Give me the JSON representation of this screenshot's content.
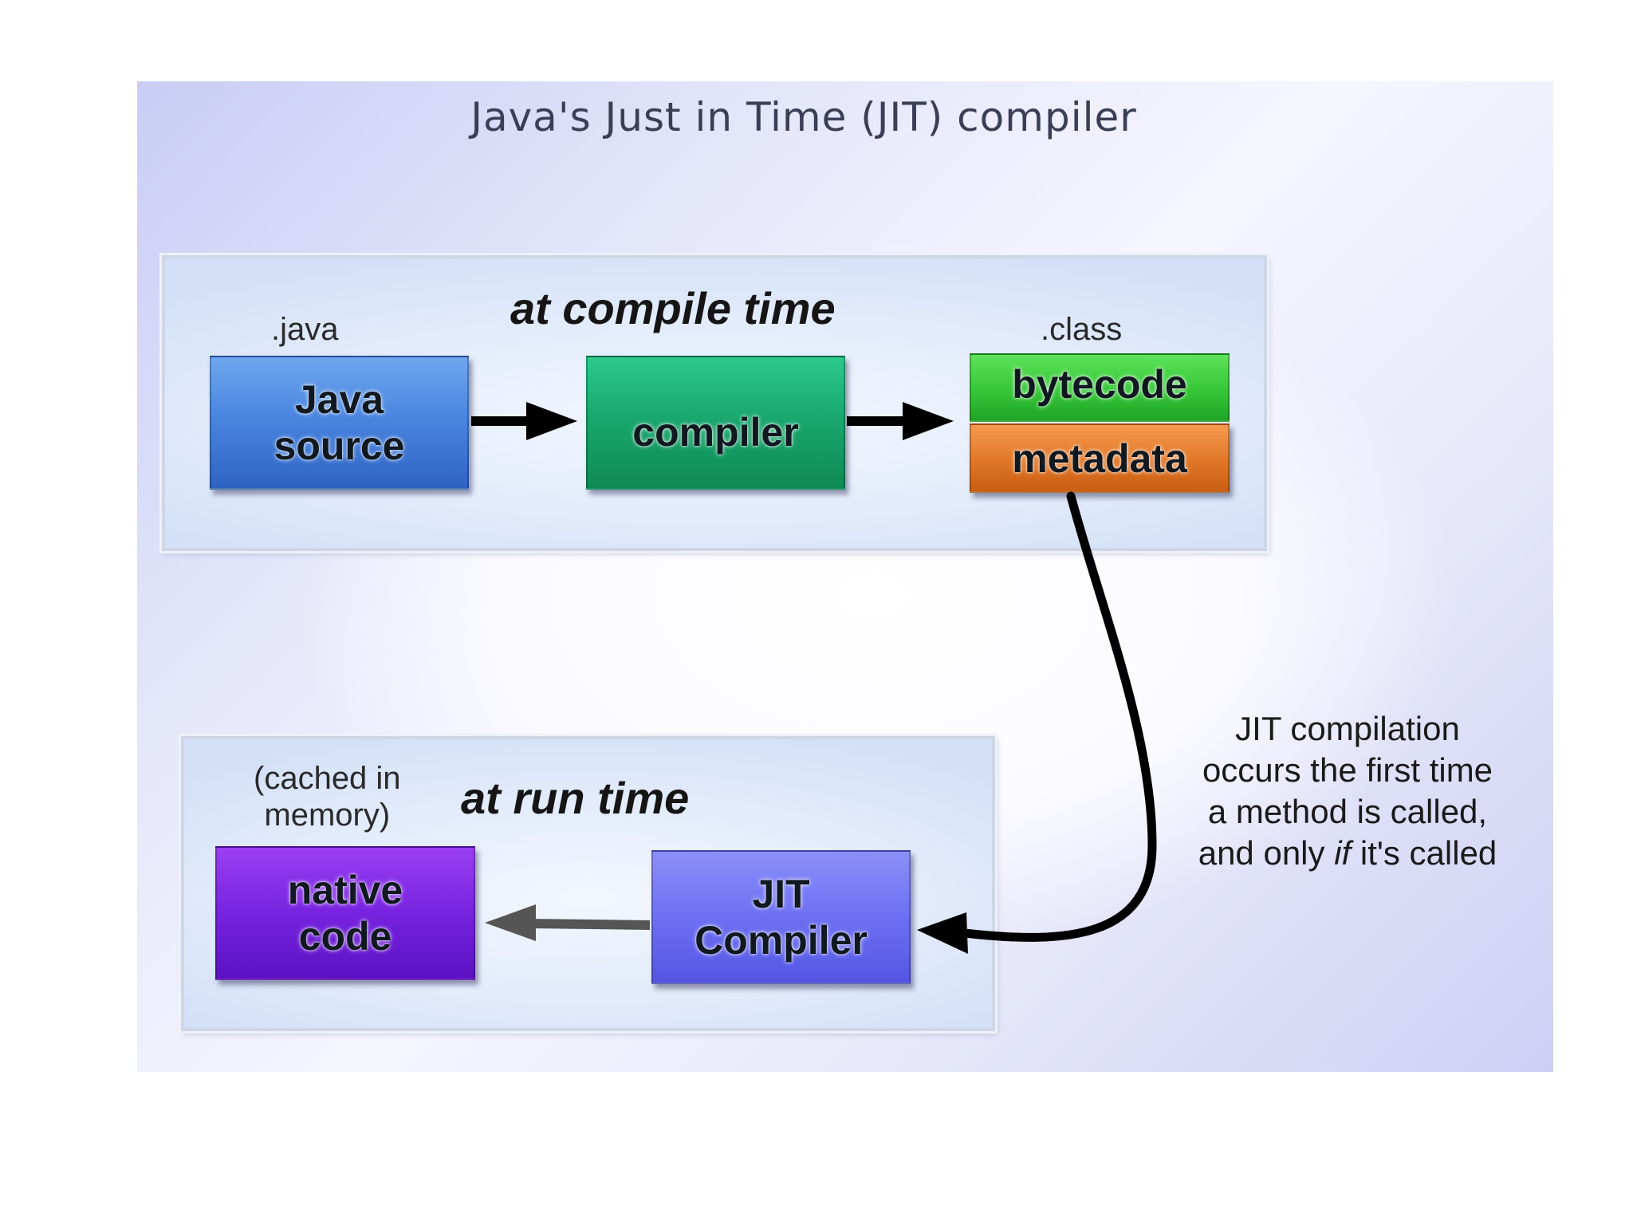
{
  "title": "Java's Just in Time (JIT) compiler",
  "compile_panel": {
    "heading": "at compile time",
    "java_label": ".java",
    "class_label": ".class",
    "java_source": [
      "Java",
      "source"
    ],
    "compiler": "compiler",
    "bytecode": "bytecode",
    "metadata": "metadata"
  },
  "runtime_panel": {
    "heading": "at run time",
    "cache_note": [
      "(cached in",
      "memory)"
    ],
    "native_code": [
      "native",
      "code"
    ],
    "jit_compiler": [
      "JIT",
      "Compiler"
    ]
  },
  "note": {
    "line1": "JIT compilation",
    "line2": "occurs the first time",
    "line3": "a method is called,",
    "line4_before": "and only ",
    "line4_emphasis": "if",
    "line4_after": " it's called"
  },
  "colors": {
    "java_source": "#4a86e0",
    "compiler": "#18a56c",
    "bytecode": "#35c637",
    "metadata": "#e07626",
    "native_code": "#7723df",
    "jit_compiler": "#6d70f2",
    "arrow": "#000000",
    "runtime_arrow": "#555555"
  }
}
